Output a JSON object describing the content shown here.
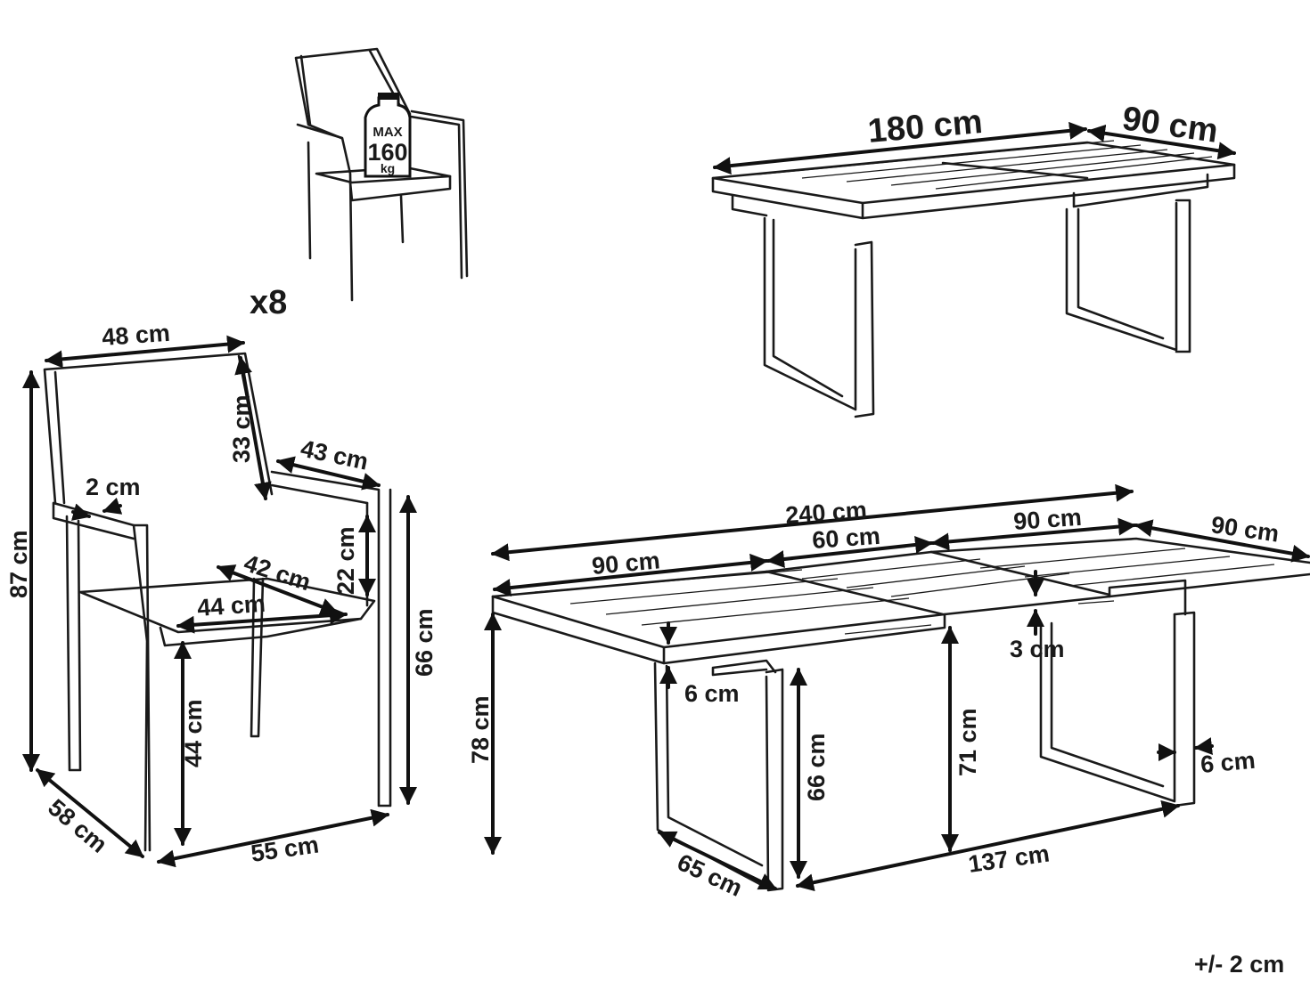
{
  "quantity": "x8",
  "tolerance": "+/- 2 cm",
  "load_badge": {
    "top": "MAX",
    "value": "160",
    "unit": "kg"
  },
  "table_closed": {
    "length": "180 cm",
    "width": "90 cm"
  },
  "chair": {
    "width": "48 cm",
    "back_height": "33 cm",
    "armrest_length": "43 cm",
    "frame_tube": "2 cm",
    "arm_to_seat": "22 cm",
    "seat_depth": "42 cm",
    "seat_width": "44 cm",
    "total_height": "87 cm",
    "armrest_height": "66 cm",
    "seat_height": "44 cm",
    "depth": "58 cm",
    "base_width": "55 cm"
  },
  "table_extended": {
    "total_length": "240 cm",
    "section_left": "90 cm",
    "extension": "60 cm",
    "section_right": "90 cm",
    "width": "90 cm",
    "top_thickness": "3 cm",
    "apron_height": "6 cm",
    "height": "78 cm",
    "leg_clearance": "66 cm",
    "clearance_under_top": "71 cm",
    "leg_width": "6 cm",
    "leg_depth": "65 cm",
    "between_legs": "137 cm"
  }
}
